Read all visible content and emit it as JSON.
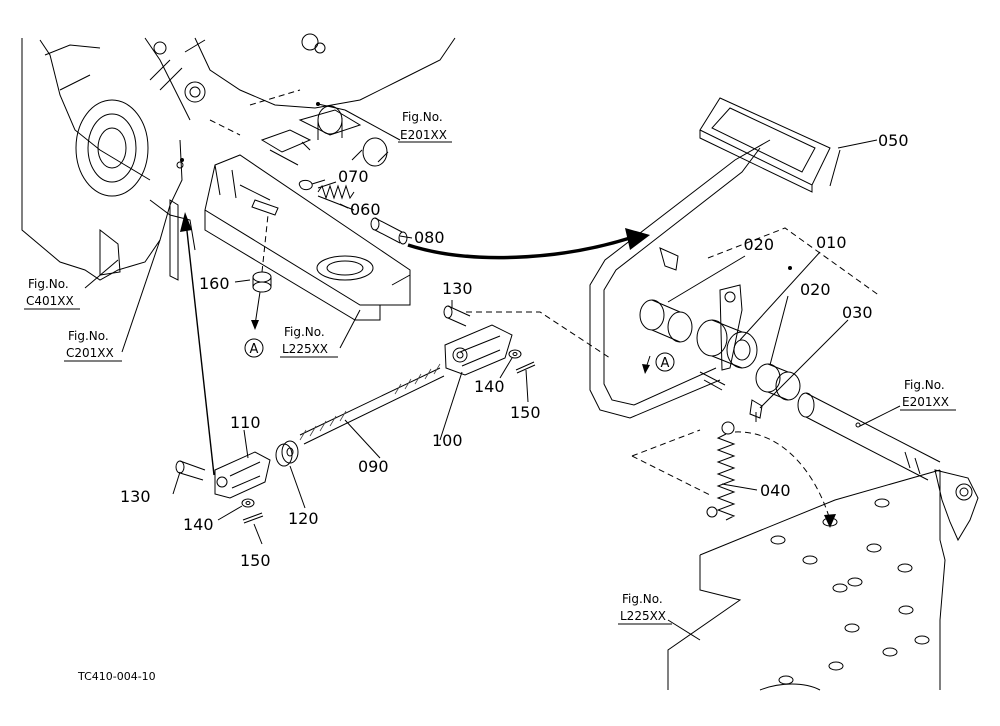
{
  "parts": [
    "010",
    "020",
    "020",
    "030",
    "040",
    "050",
    "060",
    "070",
    "080",
    "090",
    "100",
    "110",
    "120",
    "130",
    "130",
    "140",
    "140",
    "150",
    "150",
    "160"
  ],
  "figure_refs": [
    {
      "line1": "Fig.No.",
      "line2": "E201XX"
    },
    {
      "line1": "Fig.No.",
      "line2": "C401XX"
    },
    {
      "line1": "Fig.No.",
      "line2": "C201XX"
    },
    {
      "line1": "Fig.No.",
      "line2": "L225XX"
    },
    {
      "line1": "Fig.No.",
      "line2": "E201XX"
    },
    {
      "line1": "Fig.No.",
      "line2": "L225XX"
    }
  ],
  "markers": [
    "A",
    "A"
  ],
  "drawing_code": "TC410-004-10"
}
